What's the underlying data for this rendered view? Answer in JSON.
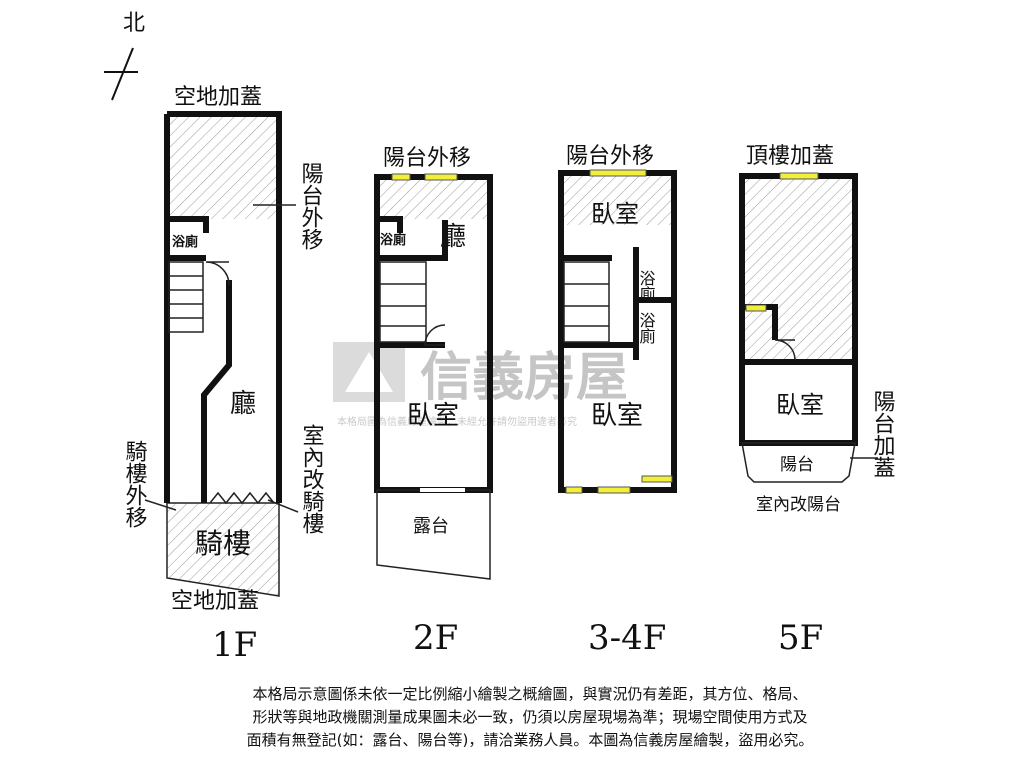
{
  "compass": {
    "north": "北"
  },
  "floor_labels": {
    "f1": "1F",
    "f2": "2F",
    "f34": "3-4F",
    "f5": "5F"
  },
  "f1": {
    "top_note": "空地加蓋",
    "balcony_note": "陽台外移",
    "bath": "浴廁",
    "living": "廳",
    "arcade_out_note": "騎樓外移",
    "indoor_arcade_note": "室內改騎樓",
    "arcade": "騎樓",
    "bottom_note": "空地加蓋"
  },
  "f2": {
    "top_note": "陽台外移",
    "bath": "浴廁",
    "living": "廳",
    "bedroom": "臥室",
    "terrace": "露台"
  },
  "f34": {
    "top_note": "陽台外移",
    "bedroom_top": "臥室",
    "bath1": "浴廁",
    "bath2": "浴廁",
    "bedroom_bottom": "臥室"
  },
  "f5": {
    "top_note": "頂樓加蓋",
    "bedroom": "臥室",
    "balcony": "陽台",
    "balcony_add_note": "陽台加蓋",
    "indoor_balcony_note": "室內改陽台"
  },
  "watermark": {
    "brand": "信義房屋",
    "small": "本格局圖為信義房屋繪製，未經允許請勿盜用違者必究"
  },
  "disclaimer": {
    "line1": "本格局示意圖係未依一定比例縮小繪製之概繪圖，與實況仍有差距，其方位、格局、",
    "line2": "形狀等與地政機關測量成果圖未必一致，仍須以房屋現場為準；現場空間使用方式及",
    "line3": "面積有無登記(如：露台、陽台等)，請洽業務人員。本圖為信義房屋繪製，盜用必究。"
  }
}
